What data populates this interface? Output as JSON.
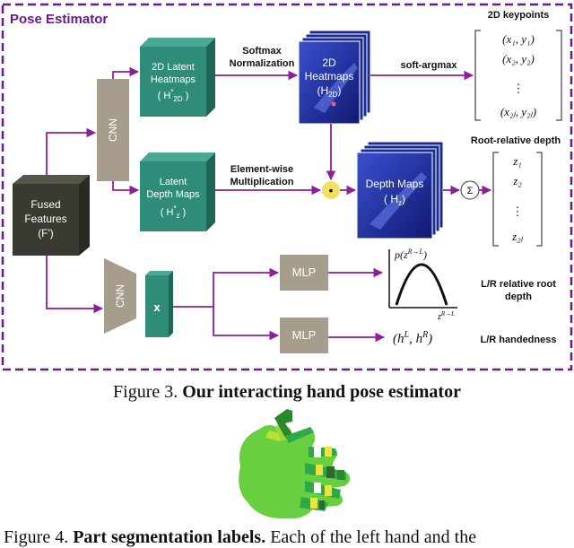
{
  "diagram": {
    "title": "Pose Estimator",
    "fused_line1": "Fused",
    "fused_line2": "Features",
    "fused_line3": "(F')",
    "cnn_top": "CNN",
    "cnn_bottom": "CNN",
    "latent2d_line1": "2D Latent",
    "latent2d_line2": "Heatmaps",
    "latent2d_sym": "( H",
    "latent2d_sup": "*",
    "latent2d_sub": "2D",
    "latent2d_close": " )",
    "latentdepth_line1": "Latent",
    "latentdepth_line2": "Depth Maps",
    "latentdepth_sym": "( H",
    "latentdepth_sup": "*",
    "latentdepth_sub": "z",
    "latentdepth_close": " )",
    "softmax_line1": "Softmax",
    "softmax_line2": "Normalization",
    "elementwise_line1": "Element-wise",
    "elementwise_line2": "Multiplication",
    "heatmaps_line1": "2D",
    "heatmaps_line2": "Heatmaps",
    "heatmaps_sym": "(H",
    "heatmaps_sub": "2D",
    "heatmaps_close": ")",
    "depth_line1": "Depth Maps",
    "depth_sym": "( H",
    "depth_sub": "z",
    "depth_close": ")",
    "soft_argmax": "soft-argmax",
    "keypoints_label": "2D keypoints",
    "keypoints": [
      "(x₁, y₁)",
      "(x₂, y₂)",
      "⋮",
      "(x₂ⱼ, y₂ⱼ)"
    ],
    "root_label": "Root-relative depth",
    "depths": [
      "z₁",
      "z₂",
      "⋮",
      "z₂ⱼ"
    ],
    "sum_symbol": "Σ",
    "dot_symbol": "•",
    "x_box": "x",
    "mlp_top": "MLP",
    "mlp_bottom": "MLP",
    "p_label": "p(z",
    "p_sup": "R→L",
    "p_close": ")",
    "z_axis": "z",
    "z_axis_sup": "R→L",
    "lr_root_line1": "L/R relative root",
    "lr_root_line2": "depth",
    "handedness_math": "(h",
    "handedness_sup_l": "L",
    "handedness_mid": ", h",
    "handedness_sup_r": "R",
    "handedness_close": ")",
    "lr_handedness": "L/R handedness"
  },
  "caption": {
    "prefix": "Figure 3. ",
    "bold": "Our interacting hand pose estimator"
  },
  "bottom_caption": {
    "prefix": "Figure 4. ",
    "bold": "Part segmentation labels.",
    "rest": " Each of the left hand and the"
  },
  "colors": {
    "frame": "#6a1b8a",
    "arrow": "#8e1f9a",
    "fused": "#3a3a32",
    "cnn": "#a69d8c",
    "teal": "#2f8c78",
    "navy": "#1c2b8f",
    "dot": "#f2e066"
  }
}
